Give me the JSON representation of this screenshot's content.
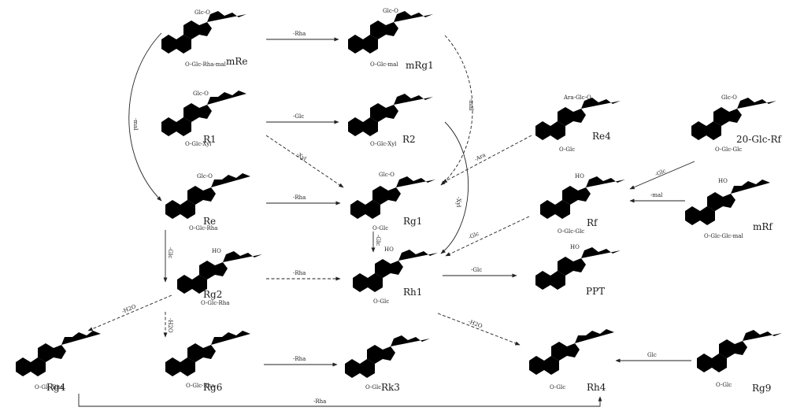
{
  "compounds": {
    "mRe": "mRe",
    "mRg1": "mRg1",
    "R1": "R1",
    "R2": "R2",
    "Re": "Re",
    "Rg1": "Rg1",
    "Re4": "Re4",
    "Glc20Rf": "20-Glc-Rf",
    "Rf": "Rf",
    "mRf": "mRf",
    "Rg2": "Rg2",
    "Rh1": "Rh1",
    "PPT": "PPT",
    "Rg4": "Rg4",
    "Rg6": "Rg6",
    "Rk3": "Rk3",
    "Rh4": "Rh4",
    "Rg9": "Rg9"
  },
  "arrow_labels": {
    "mRe_mRg1": "-Rha",
    "mRe_Re": "-mal",
    "mRg1_Rg1": "-mal",
    "R1_R2": "-Glc",
    "R1_Rg1": "-Xyl",
    "R2_Rh1": "-Xyl",
    "Re_Rg1": "-Rha",
    "Re4_Rg1": "-Ara",
    "Glc20Rf_Rf": "-Glc",
    "mRf_Rf": "-mal",
    "Rf_Rh1": "-Glc",
    "Re_Rg2": "-Glc",
    "Rg2_Rh1": "-Rha",
    "Rg1_Rh1": "-Glc",
    "Rh1_PPT": "-Glc",
    "Rg2_Rg4": "-H2O",
    "Rg2_Rg6": "-H2O",
    "Rh1_Rh4": "-H2O",
    "Rg6_Rk3": "-Rha",
    "Rg9_Rh4": "Glc",
    "Rg4_Rh4": "-Rha"
  },
  "substituents": {
    "mRe": {
      "c20": "Glc-O",
      "c6": "O-Glc-Rha-mal"
    },
    "mRg1": {
      "c20": "Glc-O",
      "c6": "O-Glc-mal"
    },
    "R1": {
      "c20": "Glc-O",
      "c6": "O-Glc-Xyl"
    },
    "R2": {
      "c20": "",
      "c6": "O-Glc-Xyl"
    },
    "Re": {
      "c20": "Glc-O",
      "c6": "O-Glc-Rha"
    },
    "Rg1": {
      "c20": "Glc-O",
      "c6": "O-Glc"
    },
    "Re4": {
      "c20": "Ara-Glc-O",
      "c6": "O-Glc"
    },
    "Glc20Rf": {
      "c20": "Glc-O",
      "c6": "O-Glc-Glc"
    },
    "Rf": {
      "c20": "HO",
      "c6": "O-Glc-Glc"
    },
    "mRf": {
      "c20": "HO",
      "c6": "O-Glc-Glc-mal"
    },
    "Rg2": {
      "c20": "HO",
      "c6": "O-Glc-Rha"
    },
    "Rh1": {
      "c20": "HO",
      "c6": "O-Glc"
    },
    "PPT": {
      "c20": "HO",
      "c6": ""
    },
    "Rg4": {
      "c20": "",
      "c6": "O-Glc-Rha"
    },
    "Rg6": {
      "c20": "",
      "c6": "O-Glc-Rha"
    },
    "Rk3": {
      "c20": "",
      "c6": "O-Glc"
    },
    "Rh4": {
      "c20": "",
      "c6": "O-Glc"
    },
    "Rg9": {
      "c20": "",
      "c6": "O-Glc"
    }
  }
}
